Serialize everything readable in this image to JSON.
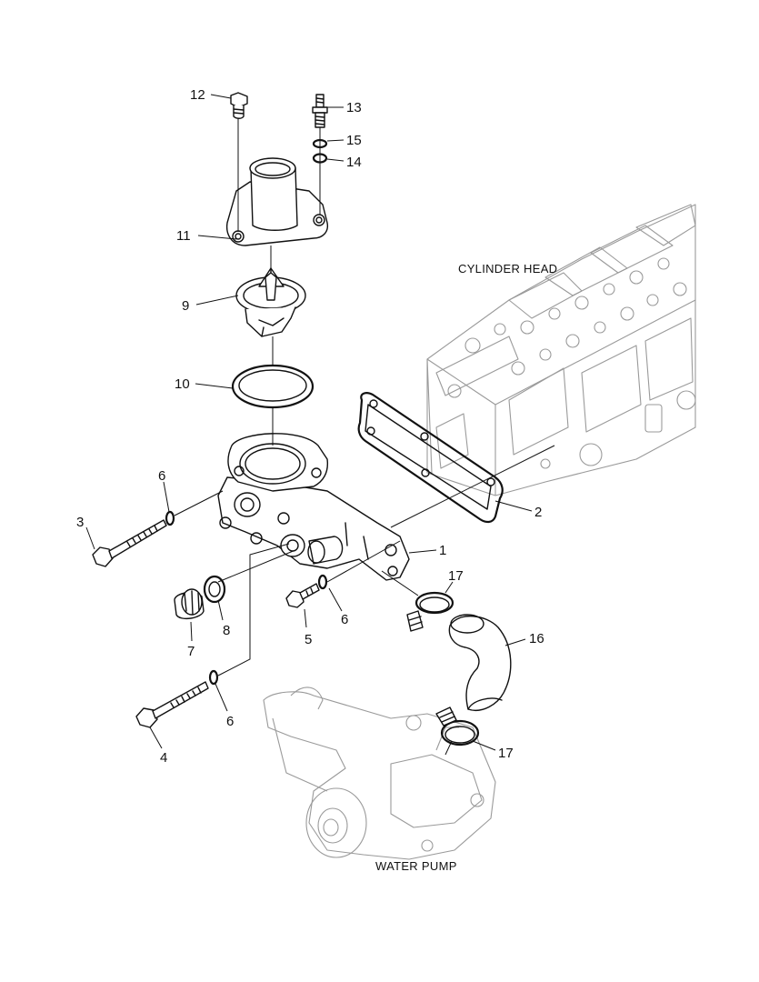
{
  "labels": {
    "cylinder_head": "CYLINDER HEAD",
    "water_pump": "WATER PUMP"
  },
  "callouts": {
    "c1": "1",
    "c2": "2",
    "c3": "3",
    "c4": "4",
    "c5": "5",
    "c6a": "6",
    "c6b": "6",
    "c6c": "6",
    "c7": "7",
    "c8": "8",
    "c9": "9",
    "c10": "10",
    "c11": "11",
    "c12": "12",
    "c13": "13",
    "c14": "14",
    "c15": "15",
    "c16": "16",
    "c17a": "17",
    "c17b": "17"
  }
}
